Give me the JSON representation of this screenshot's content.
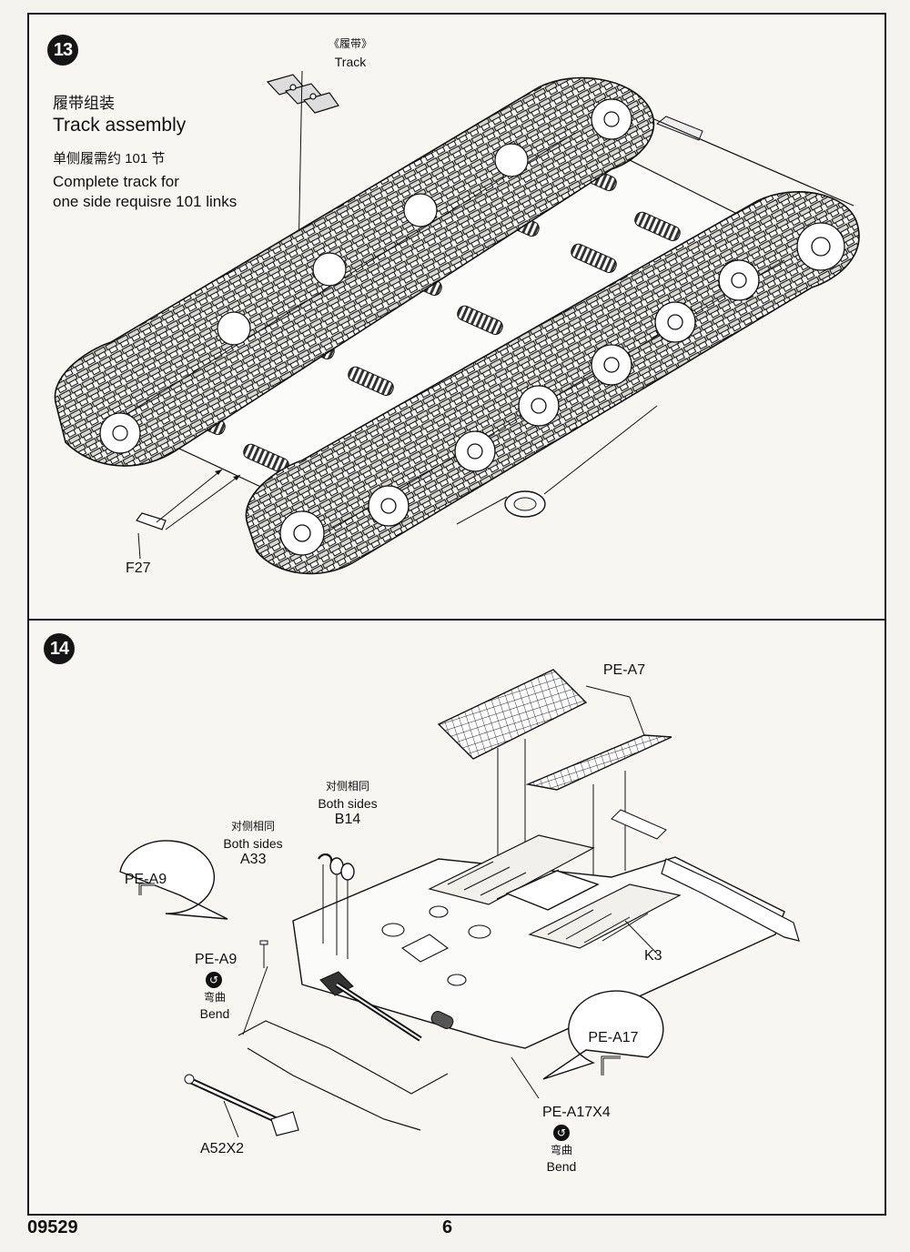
{
  "step13": {
    "number": "13",
    "title_zh": "履带组装",
    "title_en": "Track assembly",
    "note_zh": "单侧履需约 101 节",
    "note_en_line1": "Complete track for",
    "note_en_line2": "one side requisre 101 links",
    "track_label_zh": "《履带》",
    "track_label_en": "Track",
    "part_f27": "F27"
  },
  "step14": {
    "number": "14",
    "pe_a7": "PE-A7",
    "both_sides_zh": "对侧相同",
    "both_sides_en": "Both sides",
    "part_b14": "B14",
    "part_a33": "A33",
    "pe_a9": "PE-A9",
    "pe_a9_callout": "PE-A9",
    "bend_zh": "弯曲",
    "bend_en": "Bend",
    "part_k3": "K3",
    "pe_a17_callout": "PE-A17",
    "pe_a17x4": "PE-A17X4",
    "part_a52x2": "A52X2"
  },
  "footer": {
    "kit_number": "09529",
    "page_number": "6"
  }
}
